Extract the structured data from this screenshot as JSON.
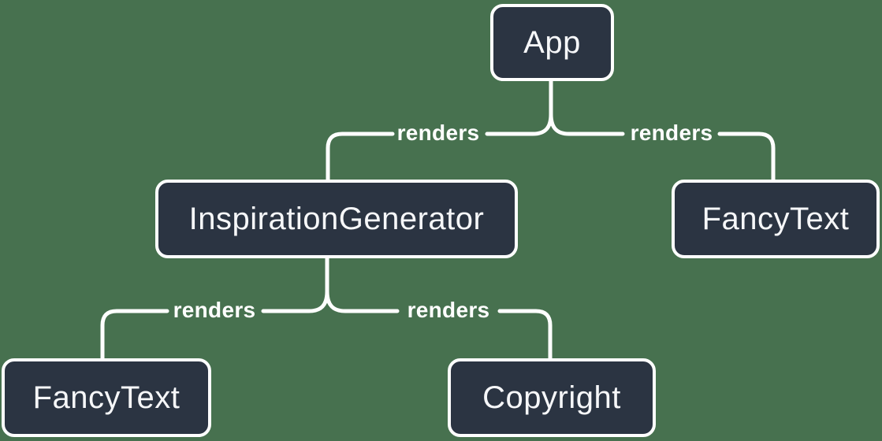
{
  "diagram": {
    "type": "component-tree",
    "nodes": [
      {
        "id": "app",
        "label": "App"
      },
      {
        "id": "inspiration-generator",
        "label": "InspirationGenerator"
      },
      {
        "id": "fancy-text-right",
        "label": "FancyText"
      },
      {
        "id": "fancy-text-left",
        "label": "FancyText"
      },
      {
        "id": "copyright",
        "label": "Copyright"
      }
    ],
    "edges": [
      {
        "from": "App",
        "to": "InspirationGenerator",
        "label": "renders"
      },
      {
        "from": "App",
        "to": "FancyText",
        "label": "renders"
      },
      {
        "from": "InspirationGenerator",
        "to": "FancyText",
        "label": "renders"
      },
      {
        "from": "InspirationGenerator",
        "to": "Copyright",
        "label": "renders"
      }
    ],
    "colors": {
      "background": "#47714F",
      "node_fill": "#2B3442",
      "node_border": "#FFFFFF",
      "line": "#FFFFFF",
      "text": "#F6F7F9"
    }
  }
}
